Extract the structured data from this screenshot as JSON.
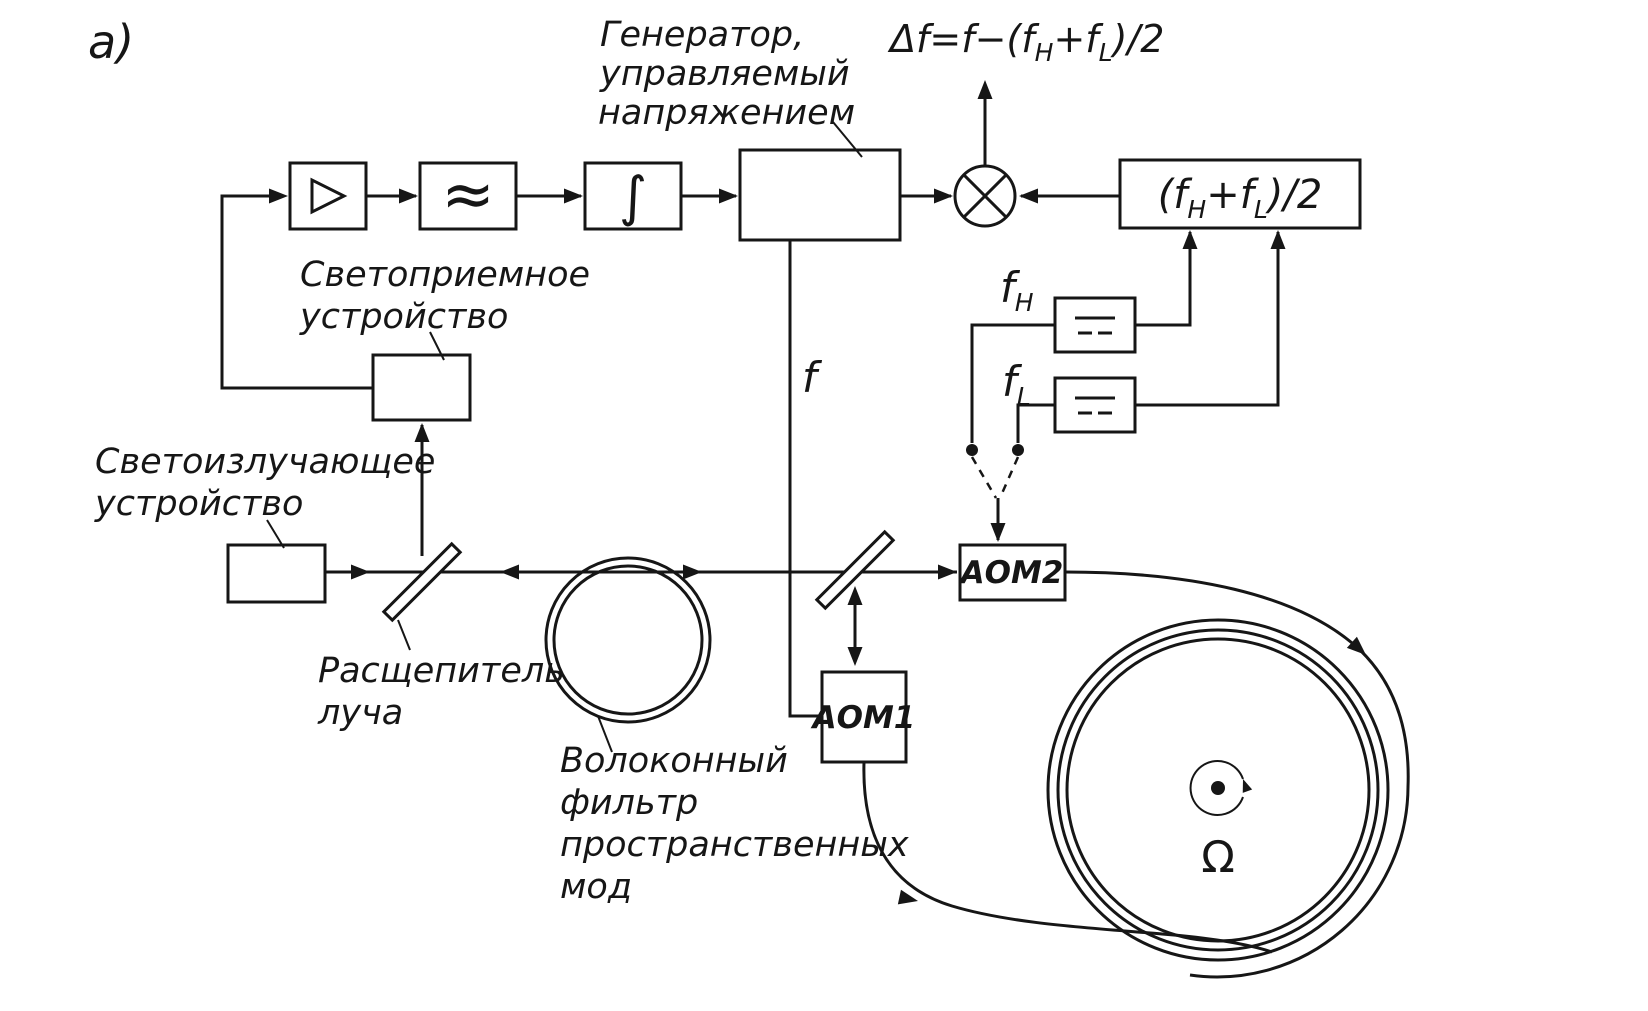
{
  "figure_label": "а)",
  "formula": {
    "p1": "Δf=f−(f",
    "sub1": "H",
    "p2": "+f",
    "sub2": "L",
    "p3": ")/2"
  },
  "sum_box": {
    "p1": "(f",
    "sub1": "H",
    "p2": "+f",
    "sub2": "L",
    "p3": ")/2"
  },
  "freq_high_label": {
    "base": "f",
    "sub": "H"
  },
  "freq_low_label": {
    "base": "f",
    "sub": "L"
  },
  "f_signal_label": "f",
  "omega_label": "Ω",
  "labels": {
    "vco": [
      "Генератор,",
      "управляемый",
      "напряжением"
    ],
    "photodetector": [
      "Светоприемное",
      "устройство"
    ],
    "light_source": [
      "Светоизлучающее",
      "устройство"
    ],
    "beam_splitter": [
      "Расщепитель",
      "луча"
    ],
    "fiber_filter": [
      "Волоконный",
      "фильтр",
      "пространственных",
      "мод"
    ]
  },
  "blocks": {
    "aom1": "АОМ1",
    "aom2": "АОМ2",
    "integrator_symbol": "∫",
    "filter_symbol": "≈"
  }
}
